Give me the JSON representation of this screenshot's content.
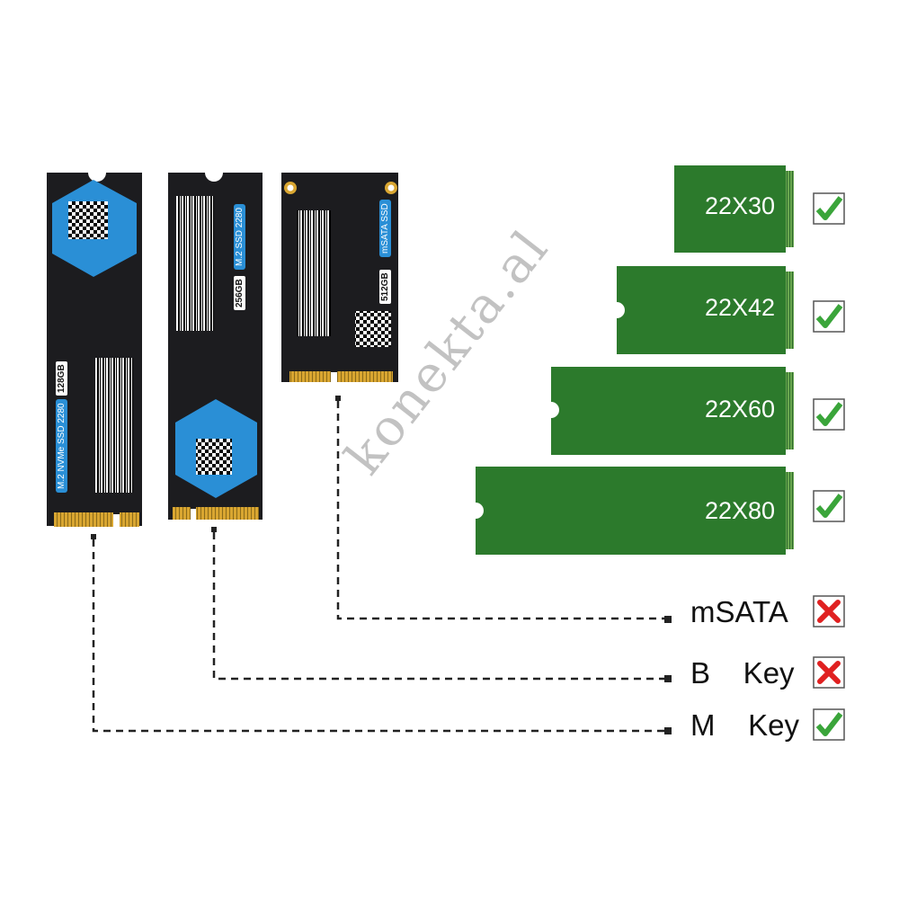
{
  "drives": [
    {
      "name": "M.2 NVMe SSD 2280",
      "capacity": "128GB"
    },
    {
      "name": "M.2 SSD 2280",
      "capacity": "256GB"
    },
    {
      "name": "mSATA SSD",
      "capacity": "512GB"
    }
  ],
  "sizes": [
    {
      "label": "22X30",
      "supported": true
    },
    {
      "label": "22X42",
      "supported": true
    },
    {
      "label": "22X60",
      "supported": true
    },
    {
      "label": "22X80",
      "supported": true
    }
  ],
  "interfaces": [
    {
      "label": "mSATA",
      "supported": false
    },
    {
      "label": "B    Key",
      "supported": false
    },
    {
      "label": "M    Key",
      "supported": true
    }
  ],
  "watermark": "konekta.al",
  "colors": {
    "board": "#2c7a2c",
    "check": "#3aa53a",
    "cross": "#e02020",
    "ssd": "#1c1c1f",
    "accent": "#2a8fd6",
    "gold": "#d9a631"
  }
}
